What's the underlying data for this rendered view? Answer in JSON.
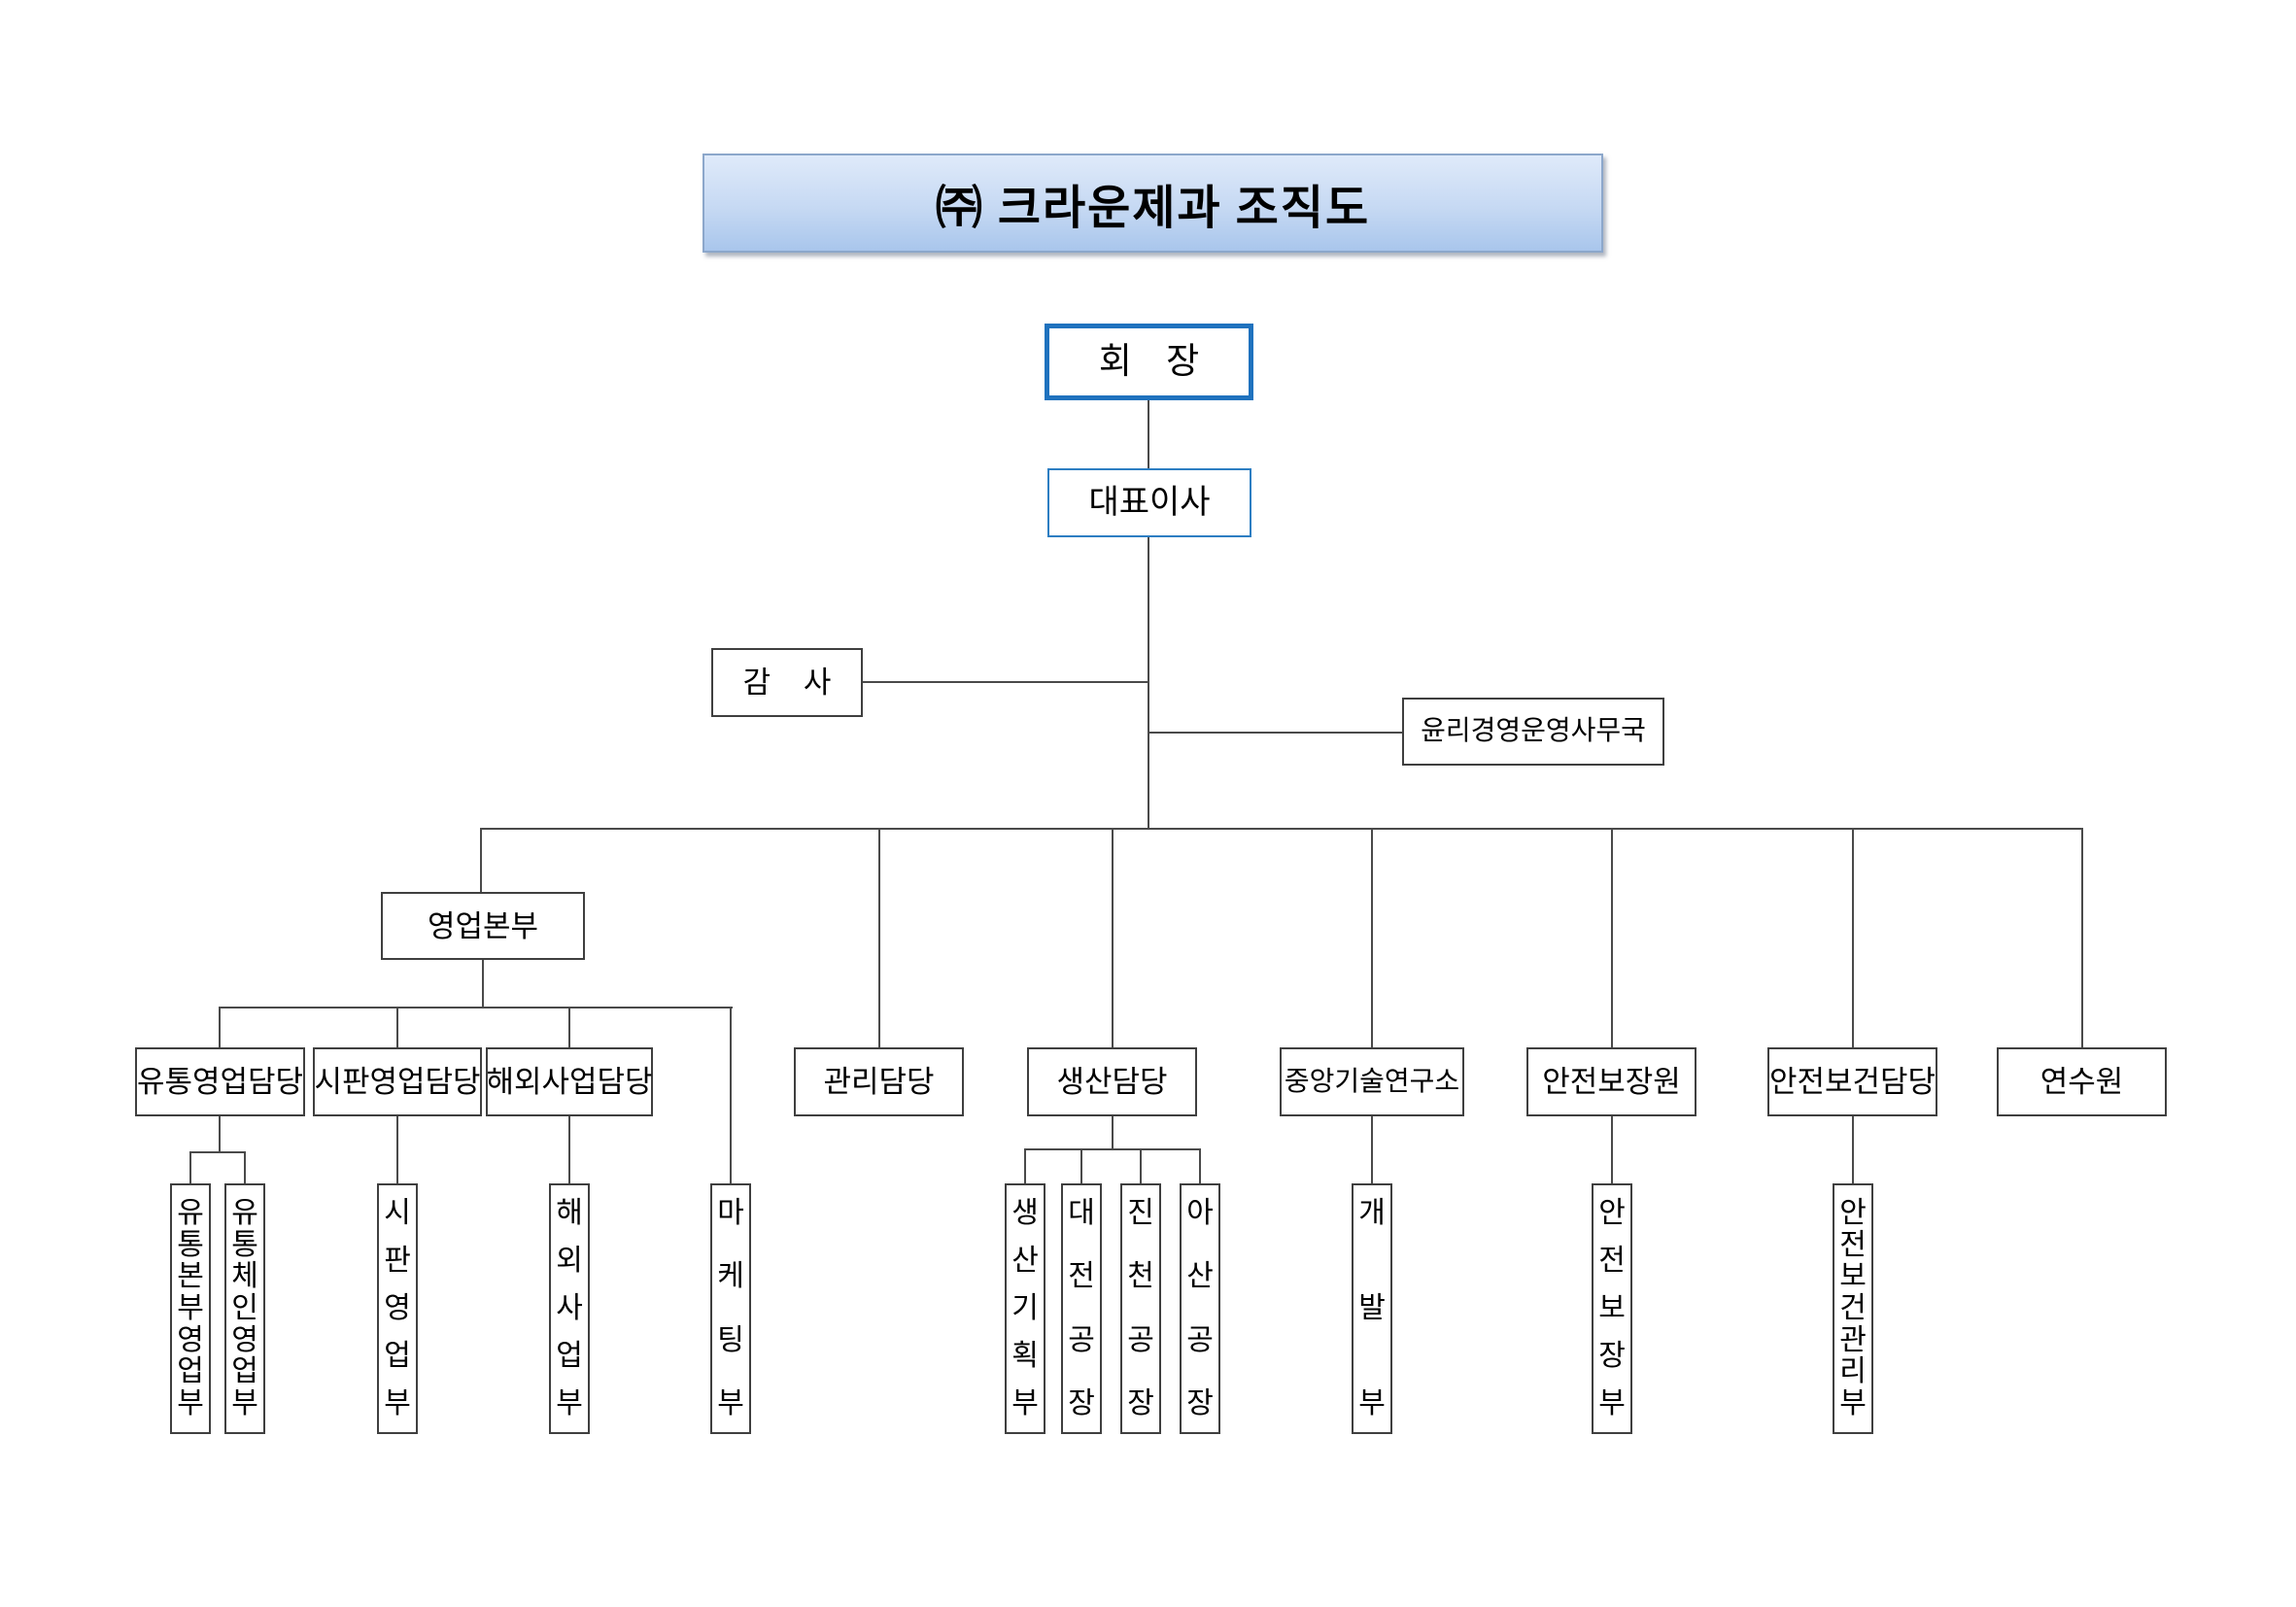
{
  "title": "㈜ 크라운제과 조직도",
  "colors": {
    "title_bg_top": "#dfeafa",
    "title_bg_bottom": "#a9c6ec",
    "title_border": "#8ca7cb",
    "chairman_border": "#1f72be",
    "ceo_border": "#2d7ec2",
    "box_border": "#3f3f3f",
    "line": "#4a4a4a"
  },
  "nodes": {
    "chairman": {
      "label": "회 장"
    },
    "ceo": {
      "label": "대표이사"
    },
    "auditor": {
      "label": "감 사"
    },
    "ethics_office": {
      "label": "윤리경영운영사무국"
    },
    "sales_hq": {
      "label": "영업본부"
    },
    "departments": [
      {
        "id": "dist-sales",
        "label": "유통영업담당"
      },
      {
        "id": "market-sales",
        "label": "시판영업담당"
      },
      {
        "id": "overseas",
        "label": "해외사업담당"
      },
      {
        "id": "admin",
        "label": "관리담당"
      },
      {
        "id": "production",
        "label": "생산담당"
      },
      {
        "id": "central-rnd",
        "label": "중앙기술연구소"
      },
      {
        "id": "safety-agency",
        "label": "안전보장원"
      },
      {
        "id": "safety-health",
        "label": "안전보건담당"
      },
      {
        "id": "training",
        "label": "연수원"
      }
    ],
    "teams": [
      {
        "id": "dist-hq-sales",
        "label": "유통본부영업부"
      },
      {
        "id": "dist-chain-sales",
        "label": "유통체인영업부"
      },
      {
        "id": "market-sales-dept",
        "label": "시판영업부"
      },
      {
        "id": "overseas-dept",
        "label": "해외사업부"
      },
      {
        "id": "marketing",
        "label": "마케팅부"
      },
      {
        "id": "prod-planning",
        "label": "생산기획부"
      },
      {
        "id": "daejeon-plant",
        "label": "대전공장"
      },
      {
        "id": "jincheon-plant",
        "label": "진천공장"
      },
      {
        "id": "asan-plant",
        "label": "아산공장"
      },
      {
        "id": "development",
        "label": "개발부"
      },
      {
        "id": "safety-security",
        "label": "안전보장부"
      },
      {
        "id": "safety-health-mgmt",
        "label": "안전보건관리부"
      }
    ]
  }
}
